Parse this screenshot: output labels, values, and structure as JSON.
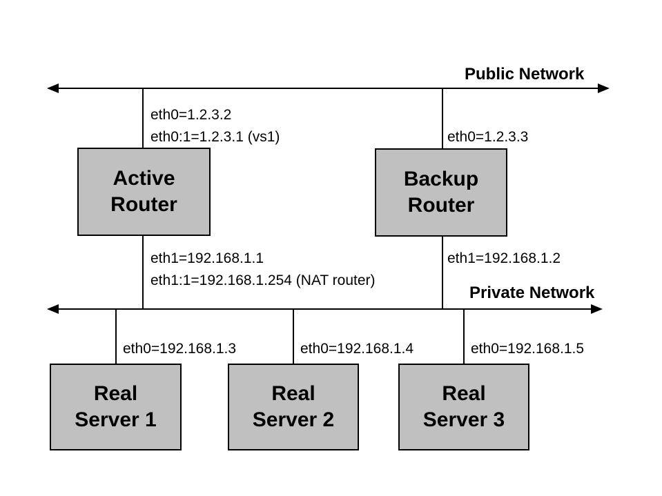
{
  "public_network_label": "Public Network",
  "private_network_label": "Private Network",
  "active_router": {
    "name_line1": "Active",
    "name_line2": "Router",
    "public_iface1": "eth0=1.2.3.2",
    "public_iface2": "eth0:1=1.2.3.1 (vs1)",
    "private_iface1": "eth1=192.168.1.1",
    "private_iface2": "eth1:1=192.168.1.254 (NAT router)"
  },
  "backup_router": {
    "name_line1": "Backup",
    "name_line2": "Router",
    "public_iface": "eth0=1.2.3.3",
    "private_iface": "eth1=192.168.1.2"
  },
  "servers": [
    {
      "name_line1": "Real",
      "name_line2": "Server 1",
      "iface": "eth0=192.168.1.3"
    },
    {
      "name_line1": "Real",
      "name_line2": "Server 2",
      "iface": "eth0=192.168.1.4"
    },
    {
      "name_line1": "Real",
      "name_line2": "Server 3",
      "iface": "eth0=192.168.1.5"
    }
  ],
  "colors": {
    "box_fill": "#c0c0c0",
    "box_border": "#000000",
    "line_color": "#000000",
    "bg": "#ffffff",
    "text": "#000000"
  }
}
